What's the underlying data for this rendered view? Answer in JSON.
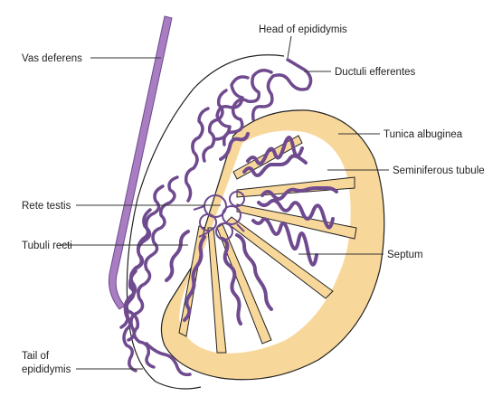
{
  "colors": {
    "tubule_outline": "#6f4a8f",
    "tubule_fill": "#efe6f6",
    "vas_fill": "#a97dc2",
    "tunica_fill": "#f8d79a",
    "outline": "#222222"
  },
  "labels": {
    "vas_deferens": "Vas deferens",
    "head_of_epididymis": "Head of epididymis",
    "ductuli_efferentes": "Ductuli efferentes",
    "tunica_albuginea": "Tunica albuginea",
    "seminiferous_tubule": "Seminiferous tubule",
    "rete_testis": "Rete testis",
    "septum": "Septum",
    "tubuli_recti": "Tubuli recti",
    "tail_line1": "Tail of",
    "tail_line2": "epididymis"
  }
}
